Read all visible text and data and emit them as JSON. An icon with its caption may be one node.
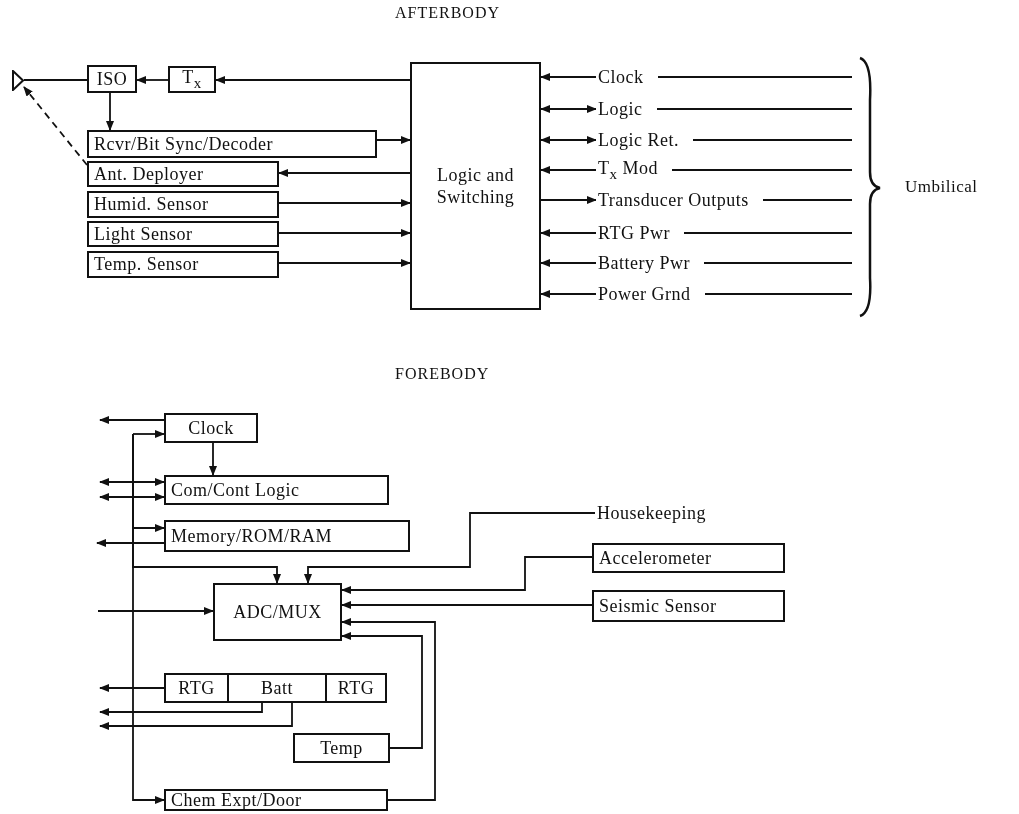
{
  "diagram": {
    "nodes": [
      {
        "text": [],
        "shape": "triangle"
      },
      {
        "text": [
          "ISO"
        ]
      },
      {
        "text": [
          "T$_{x}$"
        ]
      },
      {
        "text": [
          "Rcvr/Bit Sync/Decoder"
        ]
      },
      {
        "text": [
          "Ant. Deployer"
        ]
      },
      {
        "text": [
          "Humid. Sensor"
        ]
      },
      {
        "text": [
          "Light Sensor"
        ]
      },
      {
        "text": [
          "Temp. Sensor"
        ]
      },
      {
        "text": [
          "Logic and Switching"
        ]
      },
      {
        "text": [
          "Clock"
        ]
      },
      {
        "text": [
          "Logic"
        ]
      },
      {
        "text": [
          "Logic Ret."
        ]
      },
      {
        "text": [
          "T$_{x}$ Mod"
        ]
      },
      {
        "text": [
          "Transducer Outputs"
        ]
      },
      {
        "text": [
          "RTG Pwr"
        ]
      },
      {
        "text": [
          "Battery Pwr"
        ]
      },
      {
        "text": [
          "Power Grnd"
        ]
      },
      {
        "text": [
          "Clock"
        ]
      },
      {
        "text": [
          "Com/Cont Logic"
        ]
      },
      {
        "text": [
          "Memory/ROM/RAM"
        ]
      },
      {
        "text": [
          "Housekeeping"
        ]
      },
      {
        "text": [
          "Accelerometer"
        ]
      },
      {
        "text": [
          "ADC/MUX"
        ]
      },
      {
        "text": [
          "Seismic Sensor"
        ]
      },
      {
        "text": [
          "RTG"
        ]
      },
      {
        "text": [
          "Batt"
        ]
      },
      {
        "text": [
          "RTG"
        ]
      },
      {
        "text": [
          "Temp"
        ]
      },
      {
        "text": [
          "Chem Expt/Door"
        ]
      }
    ],
    "edges": [
      {
        "from": 0,
        "to": 1,
        "arrow": "none"
      },
      {
        "from": 2,
        "to": 1,
        "arrow": "to"
      },
      {
        "from": 8,
        "to": 2,
        "arrow": "to"
      },
      {
        "from": 1,
        "to": 3,
        "arrow": "to"
      },
      {
        "from": 4,
        "to": 0,
        "arrow": "to",
        "style": "dashed"
      },
      {
        "from": 3,
        "to": 8,
        "arrow": "to"
      },
      {
        "from": 8,
        "to": 4,
        "arrow": "to"
      },
      {
        "from": 5,
        "to": 8,
        "arrow": "to"
      },
      {
        "from": 6,
        "to": 8,
        "arrow": "to"
      },
      {
        "from": 7,
        "to": 8,
        "arrow": "to"
      },
      {
        "from": 9,
        "to": 8,
        "arrow": "to"
      },
      {
        "from": 8,
        "to": 10,
        "arrow": "both"
      },
      {
        "from": 8,
        "to": 11,
        "arrow": "both"
      },
      {
        "from": 12,
        "to": 8,
        "arrow": "to"
      },
      {
        "from": 8,
        "to": 13,
        "arrow": "to"
      },
      {
        "from": 14,
        "to": 8,
        "arrow": "to"
      },
      {
        "from": 15,
        "to": 8,
        "arrow": "to"
      },
      {
        "from": 16,
        "to": 8,
        "arrow": "to"
      },
      {
        "from": 17,
        "to": null,
        "arrow": "to"
      },
      {
        "from": null,
        "to": 17,
        "arrow": "to"
      },
      {
        "from": 17,
        "to": 18,
        "arrow": "to"
      },
      {
        "from": null,
        "to": 18,
        "arrow": "both"
      },
      {
        "from": null,
        "to": 18,
        "arrow": "both"
      },
      {
        "from": null,
        "to": 19,
        "arrow": "to"
      },
      {
        "from": 19,
        "to": null,
        "arrow": "to"
      },
      {
        "from": null,
        "to": 22,
        "arrow": "to"
      },
      {
        "from": null,
        "to": 22,
        "arrow": "to"
      },
      {
        "from": 20,
        "to": 22,
        "arrow": "to"
      },
      {
        "from": 21,
        "to": 22,
        "arrow": "to"
      },
      {
        "from": 23,
        "to": 22,
        "arrow": "to"
      },
      {
        "from": 28,
        "to": 22,
        "arrow": "to"
      },
      {
        "from": 27,
        "to": 22,
        "arrow": "to"
      },
      {
        "from": 24,
        "to": null,
        "arrow": "to"
      },
      {
        "from": 25,
        "to": null,
        "arrow": "to"
      },
      {
        "from": 25,
        "to": null,
        "arrow": "to"
      },
      {
        "from": null,
        "to": 28,
        "arrow": "to"
      }
    ],
    "labels": [
      "AFTERBODY",
      "Umbilical",
      "FOREBODY"
    ]
  }
}
